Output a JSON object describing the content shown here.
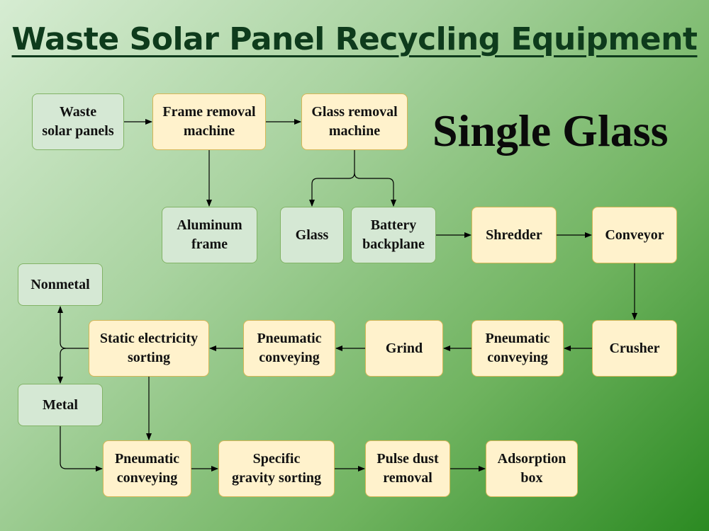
{
  "title": "Waste Solar Panel Recycling Equipment",
  "subtitle": "Single Glass",
  "colors": {
    "process_fill": "#fff2cc",
    "process_border": "#d6b656",
    "output_fill": "#d5e8d4",
    "output_border": "#82b366",
    "title_color": "#0e3b1c",
    "arrow_color": "#000000"
  },
  "nodes": {
    "waste_panels": "Waste\nsolar panels",
    "frame_removal": "Frame removal\nmachine",
    "glass_removal": "Glass removal\nmachine",
    "aluminum_frame": "Aluminum\nframe",
    "glass": "Glass",
    "battery_backplane": "Battery\nbackplane",
    "shredder": "Shredder",
    "conveyor": "Conveyor",
    "crusher": "Crusher",
    "pneumatic_1": "Pneumatic\nconveying",
    "grind": "Grind",
    "pneumatic_2": "Pneumatic\nconveying",
    "static_sorting": "Static electricity\nsorting",
    "nonmetal": "Nonmetal",
    "metal": "Metal",
    "pneumatic_3": "Pneumatic\nconveying",
    "gravity_sorting": "Specific\ngravity sorting",
    "pulse_dust": "Pulse dust\nremoval",
    "adsorption_box": "Adsorption\nbox"
  },
  "edges": [
    {
      "from": "waste_panels",
      "to": "frame_removal"
    },
    {
      "from": "frame_removal",
      "to": "glass_removal"
    },
    {
      "from": "frame_removal",
      "to": "aluminum_frame"
    },
    {
      "from": "glass_removal",
      "to": "glass"
    },
    {
      "from": "glass_removal",
      "to": "battery_backplane"
    },
    {
      "from": "battery_backplane",
      "to": "shredder"
    },
    {
      "from": "shredder",
      "to": "conveyor"
    },
    {
      "from": "conveyor",
      "to": "crusher"
    },
    {
      "from": "crusher",
      "to": "pneumatic_1"
    },
    {
      "from": "pneumatic_1",
      "to": "grind"
    },
    {
      "from": "grind",
      "to": "pneumatic_2"
    },
    {
      "from": "pneumatic_2",
      "to": "static_sorting"
    },
    {
      "from": "static_sorting",
      "to": "nonmetal"
    },
    {
      "from": "static_sorting",
      "to": "metal"
    },
    {
      "from": "static_sorting",
      "to": "pneumatic_3"
    },
    {
      "from": "metal",
      "to": "pneumatic_3"
    },
    {
      "from": "pneumatic_3",
      "to": "gravity_sorting"
    },
    {
      "from": "gravity_sorting",
      "to": "pulse_dust"
    },
    {
      "from": "pulse_dust",
      "to": "adsorption_box"
    }
  ]
}
